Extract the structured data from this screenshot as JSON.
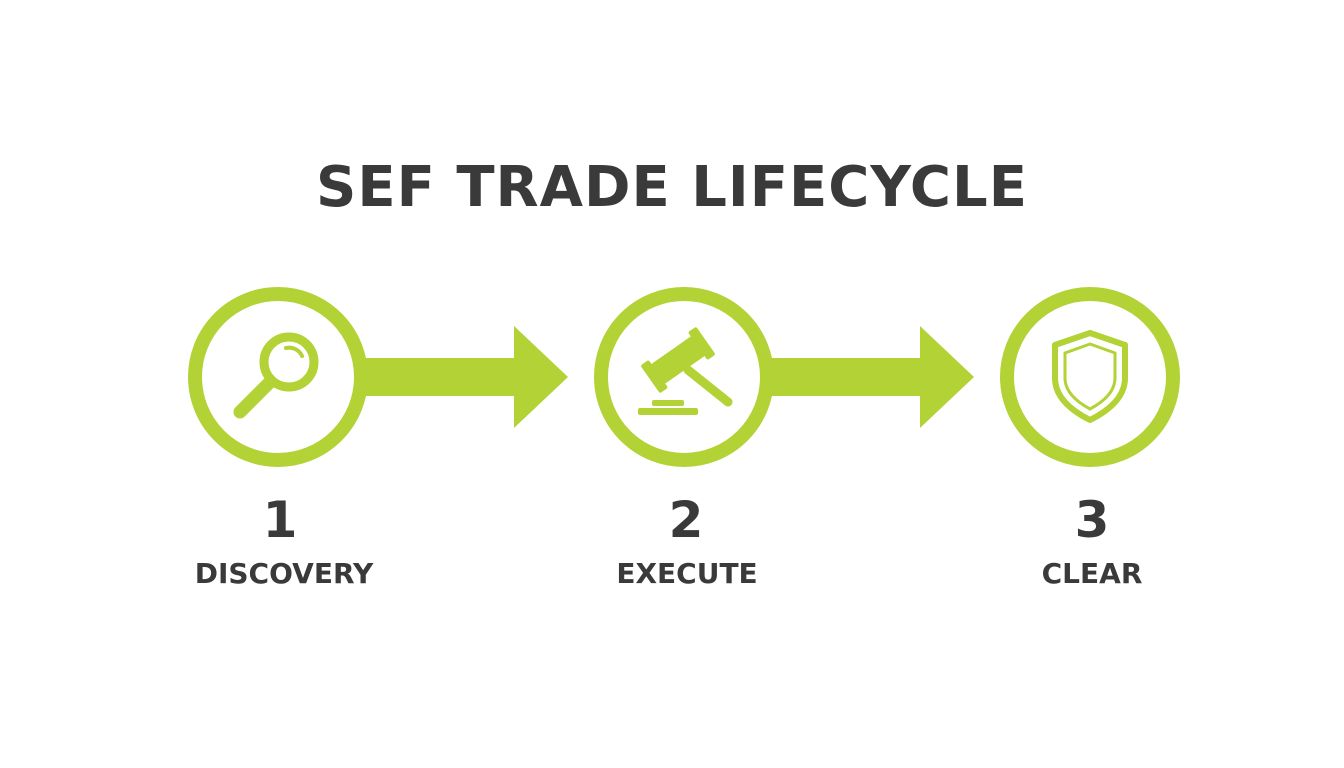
{
  "title": "SEF TRADE LIFECYCLE",
  "accent_color": "#b2d235",
  "text_color": "#3a3a3a",
  "steps": [
    {
      "number": "1",
      "label": "DISCOVERY",
      "icon": "magnifying-glass-icon"
    },
    {
      "number": "2",
      "label": "EXECUTE",
      "icon": "gavel-icon"
    },
    {
      "number": "3",
      "label": "CLEAR",
      "icon": "shield-icon"
    }
  ]
}
